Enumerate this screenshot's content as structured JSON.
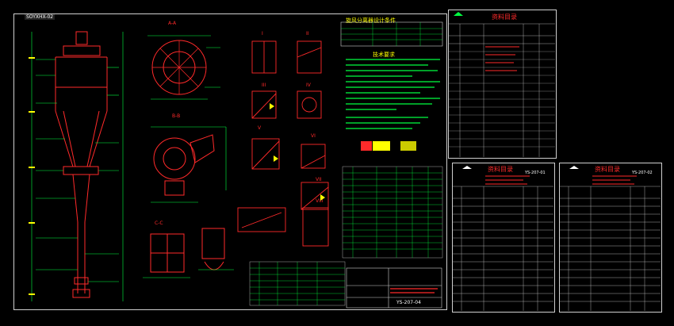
{
  "main_sheet": {
    "drawing_code": "SOYXHX-02",
    "bottom_right_code": "YS-207-04"
  },
  "title_table": {
    "label": "旋风分离器设计条件"
  },
  "tech_requirements": {
    "label": "技术要求"
  },
  "section_labels": [
    "A-A",
    "B-B",
    "C-C",
    "I",
    "II",
    "III",
    "IV",
    "V",
    "VI",
    "VII",
    "VIII"
  ],
  "panels": {
    "right_top_title": "资料目录",
    "right_bottom_left_title": "资料目录",
    "right_bottom_right_title": "资料目录",
    "right_bottom_left_code": "YS-207-01",
    "right_bottom_right_code": "YS-207-02"
  },
  "colors": {
    "background": "#000000",
    "frame": "#cfcfcf",
    "cad_red": "#ff2a2a",
    "cad_green": "#00ff40",
    "cad_yellow": "#ffff00",
    "cad_white": "#ffffff",
    "cad_magenta": "#ff40ff",
    "cad_cyan": "#00ffff"
  }
}
